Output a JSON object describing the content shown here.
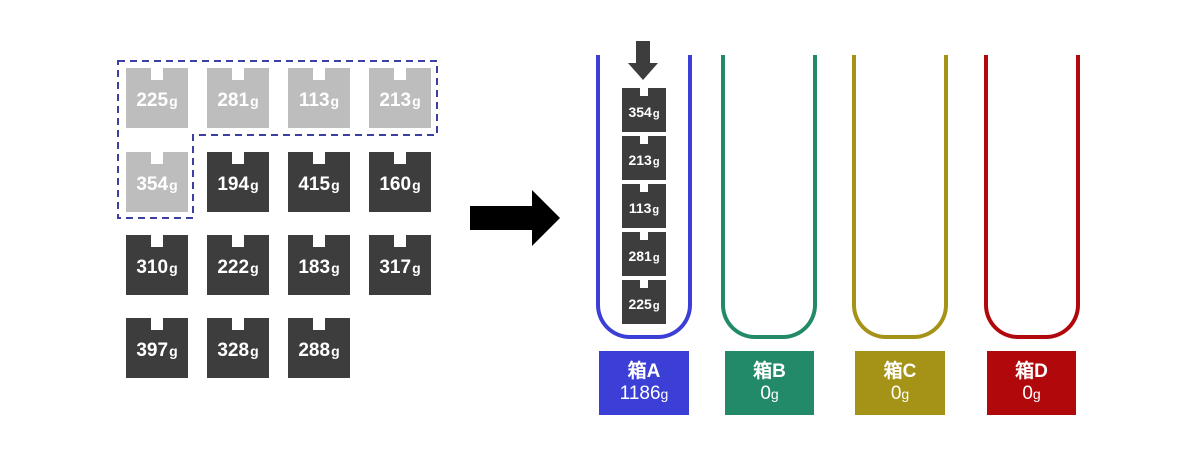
{
  "items": [
    {
      "value": "225",
      "unit": "g",
      "state": "used"
    },
    {
      "value": "281",
      "unit": "g",
      "state": "used"
    },
    {
      "value": "113",
      "unit": "g",
      "state": "used"
    },
    {
      "value": "213",
      "unit": "g",
      "state": "used"
    },
    {
      "value": "354",
      "unit": "g",
      "state": "used"
    },
    {
      "value": "194",
      "unit": "g",
      "state": "available"
    },
    {
      "value": "415",
      "unit": "g",
      "state": "available"
    },
    {
      "value": "160",
      "unit": "g",
      "state": "available"
    },
    {
      "value": "310",
      "unit": "g",
      "state": "available"
    },
    {
      "value": "222",
      "unit": "g",
      "state": "available"
    },
    {
      "value": "183",
      "unit": "g",
      "state": "available"
    },
    {
      "value": "317",
      "unit": "g",
      "state": "available"
    },
    {
      "value": "397",
      "unit": "g",
      "state": "available"
    },
    {
      "value": "328",
      "unit": "g",
      "state": "available"
    },
    {
      "value": "288",
      "unit": "g",
      "state": "available"
    }
  ],
  "boxes": [
    {
      "name": "箱A",
      "total": "1186",
      "unit": "g",
      "color": "#3b3fd6",
      "contents": [
        "354",
        "213",
        "113",
        "281",
        "225"
      ]
    },
    {
      "name": "箱B",
      "total": "0",
      "unit": "g",
      "color": "#238a69",
      "contents": []
    },
    {
      "name": "箱C",
      "total": "0",
      "unit": "g",
      "color": "#a59318",
      "contents": []
    },
    {
      "name": "箱D",
      "total": "0",
      "unit": "g",
      "color": "#b0080b",
      "contents": []
    }
  ],
  "colors": {
    "item": "#3d3d3d",
    "item_used": "#bdbdbd",
    "selection_outline": "#3b3fa0",
    "arrow": "#000000"
  }
}
